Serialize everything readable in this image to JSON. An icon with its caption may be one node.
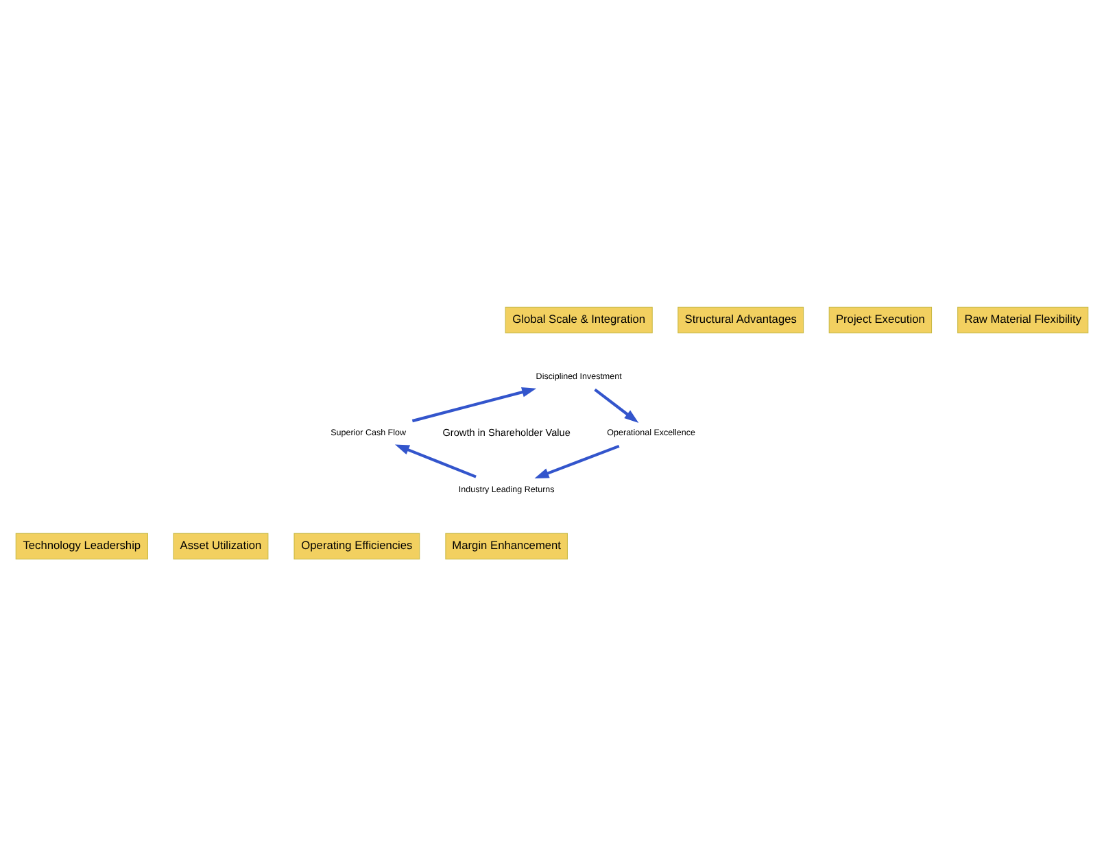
{
  "diagram": {
    "nodes": [
      {
        "text": [
          "Disciplined Investment"
        ]
      },
      {
        "text": [
          "Operational Excellence"
        ]
      },
      {
        "text": [
          "Industry Leading Returns"
        ]
      },
      {
        "text": [
          "Superior Cash Flow"
        ]
      }
    ],
    "edges": [
      {
        "from": 0,
        "to": 1,
        "arrow": "to"
      },
      {
        "from": 1,
        "to": 2,
        "arrow": "to"
      },
      {
        "from": 2,
        "to": 3,
        "arrow": "to"
      },
      {
        "from": 3,
        "to": 0,
        "arrow": "to"
      }
    ],
    "labels": [
      "Global Scale & Integration",
      "Structural Advantages",
      "Project Execution",
      "Raw Material Flexibility",
      "Growth in Shareholder Value",
      "Margin Enhancement",
      "Operating Efficiencies",
      "Asset Utilization",
      "Technology Leadership"
    ]
  }
}
